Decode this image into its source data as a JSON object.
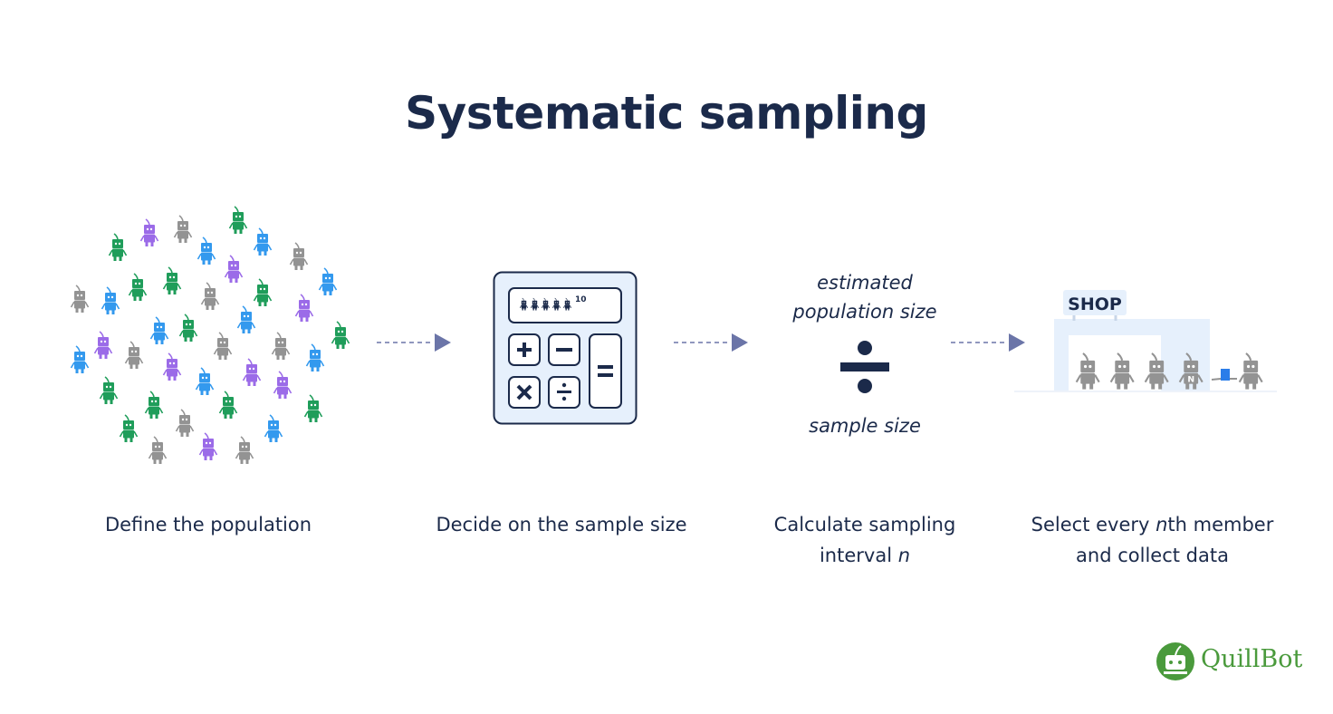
{
  "title": "Systematic sampling",
  "steps": [
    {
      "caption": "Define the population",
      "icon": "robot-population-icon"
    },
    {
      "caption": "Decide on the sample size",
      "icon": "calculator-icon"
    },
    {
      "caption_line1": "Calculate sampling",
      "caption_line2_prefix": "interval ",
      "caption_italic": "n",
      "icon": "division-icon"
    },
    {
      "caption_line1_prefix": "Select every ",
      "caption_italic": "n",
      "caption_line1_suffix": "th member",
      "caption_line2": "and collect data",
      "icon": "shop-queue-icon"
    }
  ],
  "calculator": {
    "display_exponent": "10",
    "keys": [
      "+",
      "−",
      "×",
      "÷",
      "="
    ]
  },
  "formula": {
    "numerator": "estimated population size",
    "numerator_line1": "estimated",
    "numerator_line2": "population size",
    "operator": "÷",
    "denominator": "sample size"
  },
  "shop": {
    "sign": "SHOP",
    "marked_member_label": "N"
  },
  "brand": {
    "name": "QuillBot"
  },
  "colors": {
    "navy": "#1b2a4a",
    "green": "#1f9d5a",
    "blue": "#3399ee",
    "purple": "#9b6be8",
    "gray": "#939393",
    "arrow": "#6b75a8",
    "light_blue": "#e6f0fc",
    "brand_green": "#4a9a3c"
  }
}
